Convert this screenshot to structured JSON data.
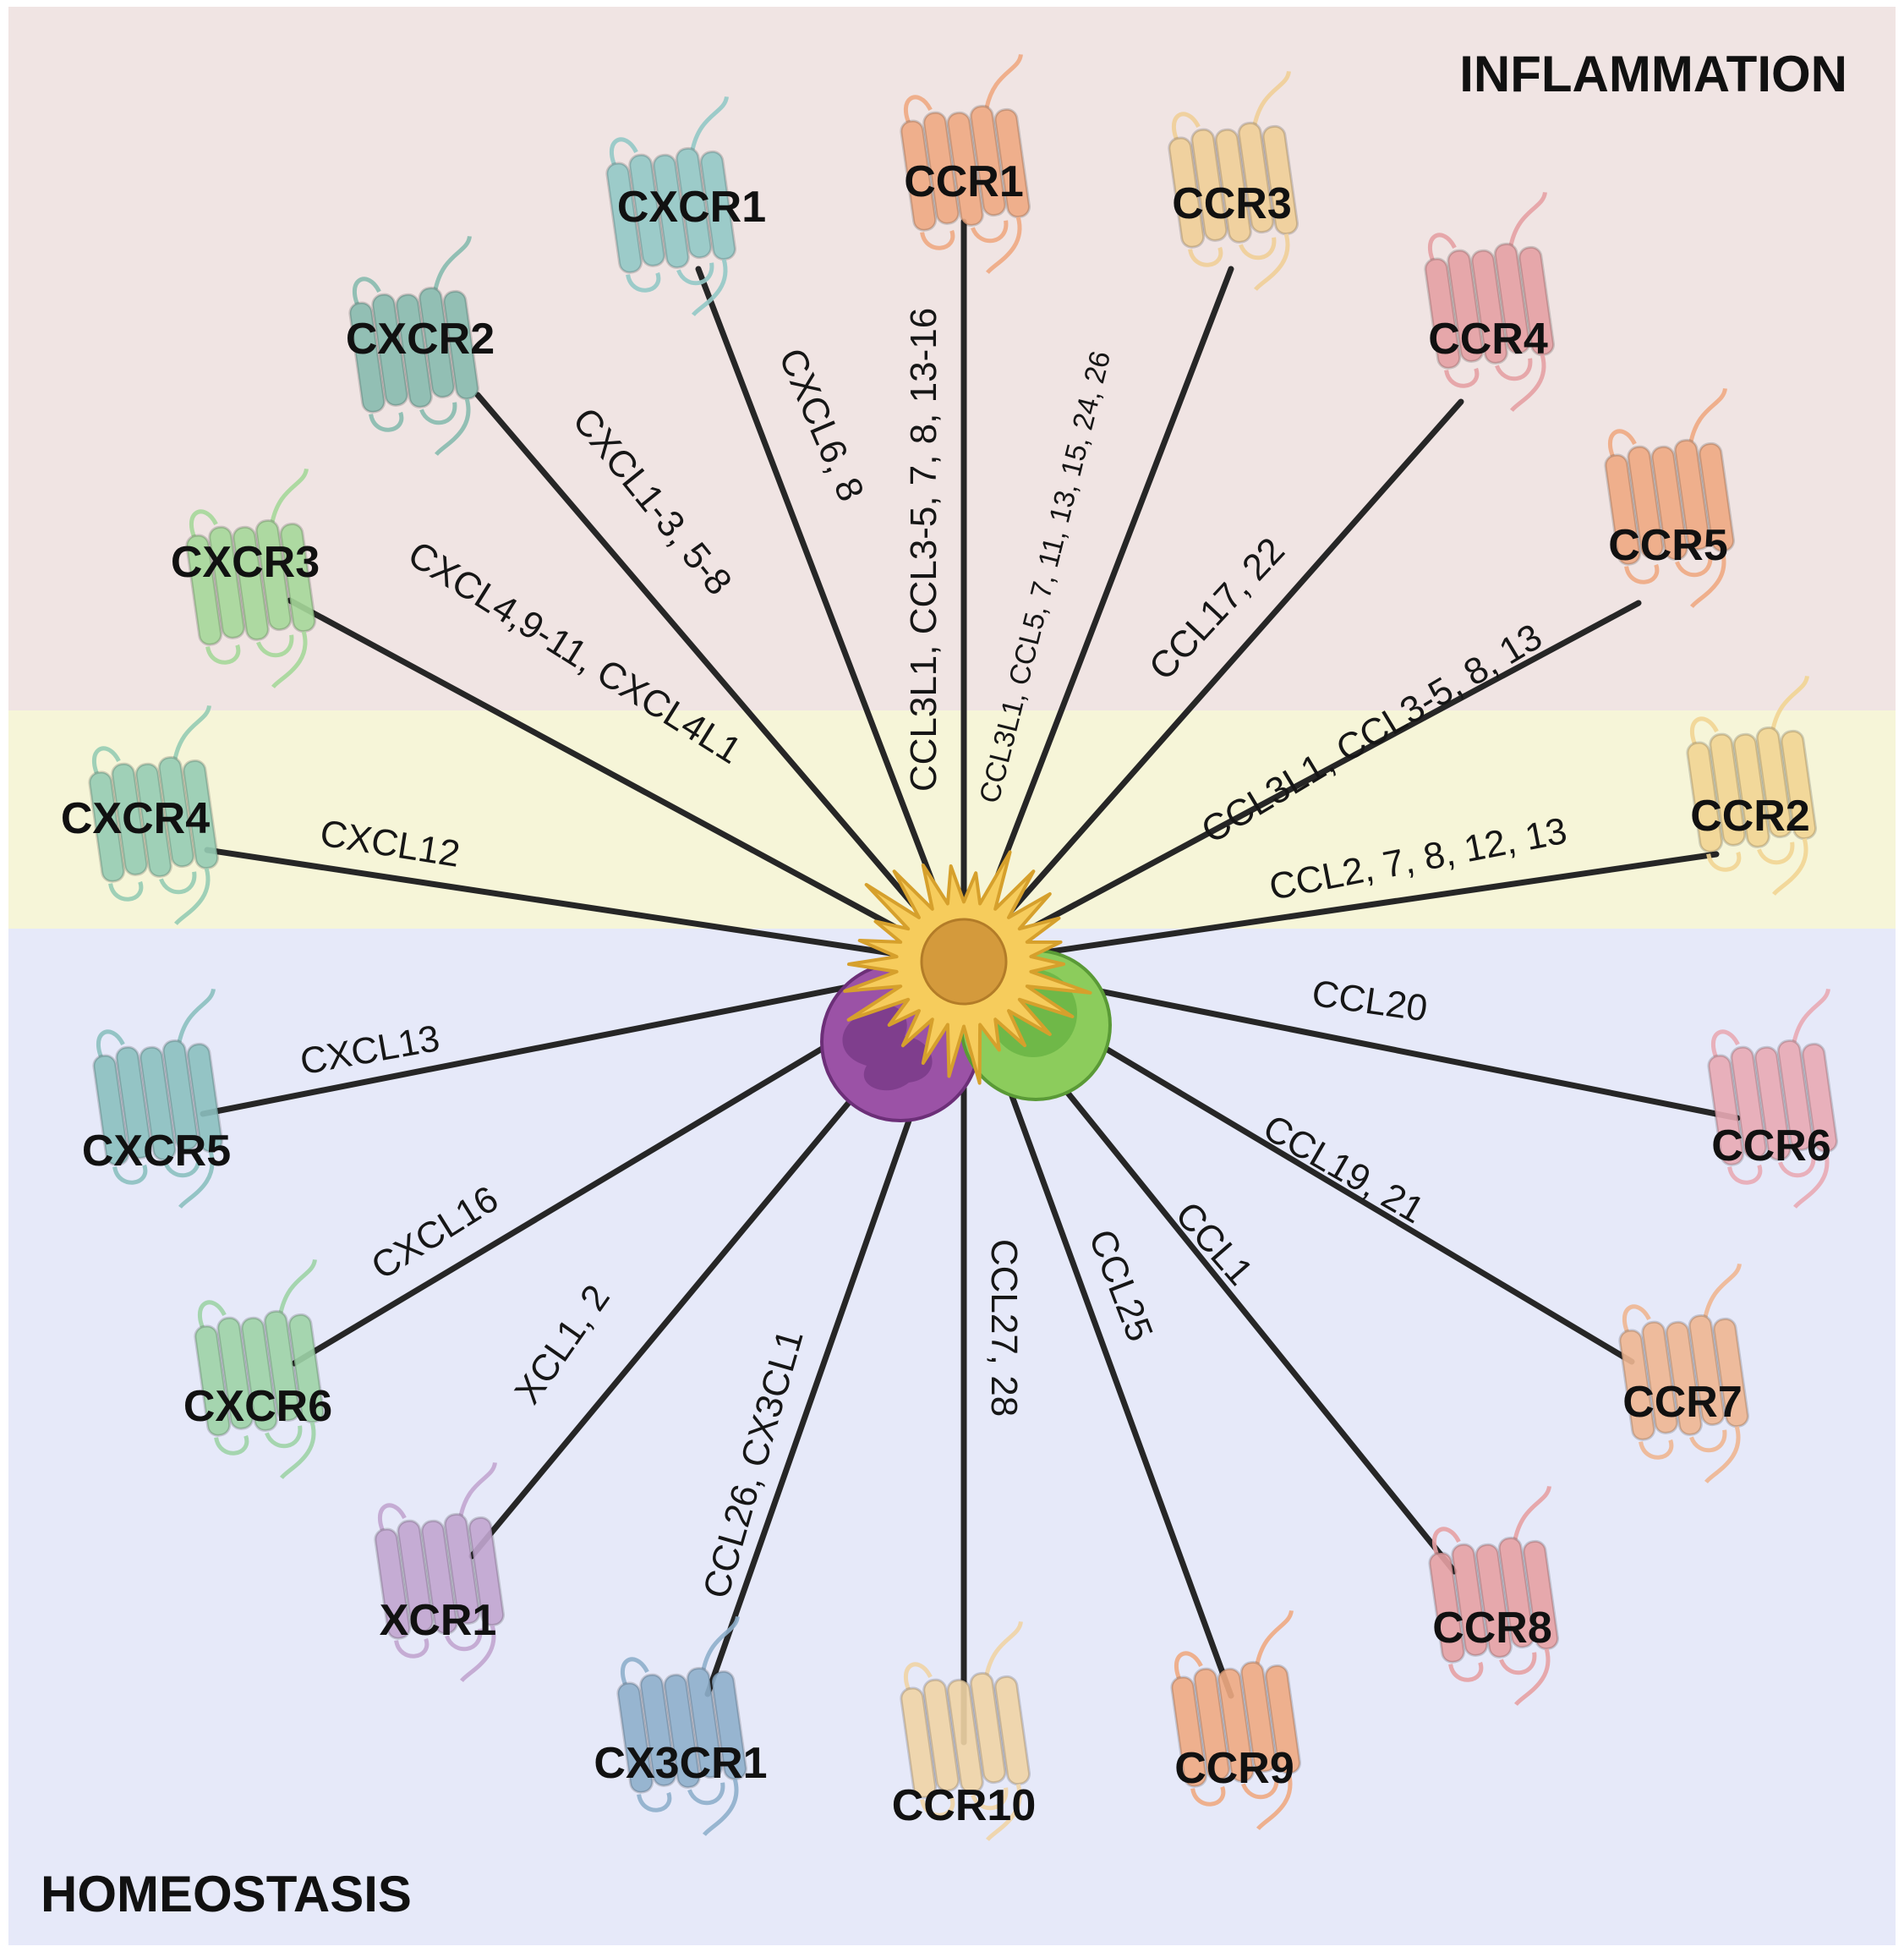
{
  "regions": {
    "inflammation": {
      "label": "INFLAMMATION",
      "color": "#f0e4e3"
    },
    "dual": {
      "color": "#f6f5d8"
    },
    "homeostasis": {
      "label": "HOMEOSTASIS",
      "color": "#e6e9f9"
    }
  },
  "receptors": [
    {
      "id": "ccr1",
      "label": "CCR1",
      "ligands": "CCL3L1, CCL3-5, 7, 8, 13-16",
      "color": "#efaa83"
    },
    {
      "id": "ccr3",
      "label": "CCR3",
      "ligands": "CCL3L1, CCL5, 7, 11, 13, 15, 24, 26",
      "color": "#f0cf98"
    },
    {
      "id": "ccr4",
      "label": "CCR4",
      "ligands": "CCL17, 22",
      "color": "#e6a1a4"
    },
    {
      "id": "ccr5",
      "label": "CCR5",
      "ligands": "CCL3L1, CCL3-5, 8, 13",
      "color": "#efaa83"
    },
    {
      "id": "ccr2",
      "label": "CCR2",
      "ligands": "CCL2, 7, 8, 12, 13",
      "color": "#f2d594"
    },
    {
      "id": "ccr6",
      "label": "CCR6",
      "ligands": "CCL20",
      "color": "#e9aab5"
    },
    {
      "id": "ccr7",
      "label": "CCR7",
      "ligands": "CCL19, 21",
      "color": "#efb792"
    },
    {
      "id": "ccr8",
      "label": "CCR8",
      "ligands": "CCL1",
      "color": "#e6a1a4"
    },
    {
      "id": "ccr9",
      "label": "CCR9",
      "ligands": "CCL25",
      "color": "#efaa83"
    },
    {
      "id": "ccr10",
      "label": "CCR10",
      "ligands": "CCL27, 28",
      "color": "#f0d4a6"
    },
    {
      "id": "cx3cr1",
      "label": "CX3CR1",
      "ligands": "CCL26, CX3CL1",
      "color": "#8fb0cc"
    },
    {
      "id": "xcr1",
      "label": "XCR1",
      "ligands": "XCL1, 2",
      "color": "#c2a6d0"
    },
    {
      "id": "cxcr6",
      "label": "CXCR6",
      "ligands": "CXCL16",
      "color": "#9ed3a8"
    },
    {
      "id": "cxcr5",
      "label": "CXCR5",
      "ligands": "CXCL13",
      "color": "#8cc0c0"
    },
    {
      "id": "cxcr4",
      "label": "CXCR4",
      "ligands": "CXCL12",
      "color": "#96cdb4"
    },
    {
      "id": "cxcr3",
      "label": "CXCR3",
      "ligands": "CXCL4,9-11, CXCL4L1",
      "color": "#a6d89a"
    },
    {
      "id": "cxcr2",
      "label": "CXCR2",
      "ligands": "CXCL1-3, 5-8",
      "color": "#88bcb0"
    },
    {
      "id": "cxcr1",
      "label": "CXCR1",
      "ligands": "CXCL6, 8",
      "color": "#94c9c7"
    }
  ],
  "cells": {
    "dendritic_color": "#f6cc5c",
    "dendritic_nucleus_color": "#d49a3c",
    "neutrophil_color": "#9b52a6",
    "lymphocyte_color": "#8ccc5c"
  }
}
